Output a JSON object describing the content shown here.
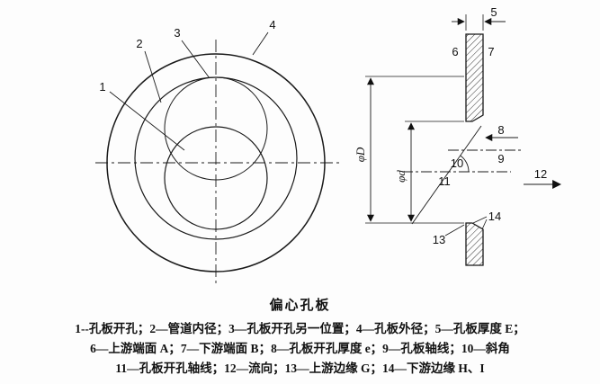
{
  "diagram": {
    "callouts": [
      "1",
      "2",
      "3",
      "4",
      "5",
      "6",
      "7",
      "8",
      "9",
      "10",
      "11",
      "12",
      "13",
      "14"
    ],
    "dims": {
      "phi_D": "φD",
      "phi_d": "φd"
    },
    "caption": {
      "title": "偏心孔板",
      "legend": [
        "1--孔板开孔；2—管道内径；3—孔板开孔另一位置；4—孔板外径；5—孔板厚度 E；",
        "6—上游端面 A；7—下游端面 B；8—孔板开孔厚度 e；9—孔板轴线；10—斜角",
        "11—孔板开孔轴线；12—流向；13—上游边缘 G；14—下游边缘 H、I"
      ]
    }
  }
}
